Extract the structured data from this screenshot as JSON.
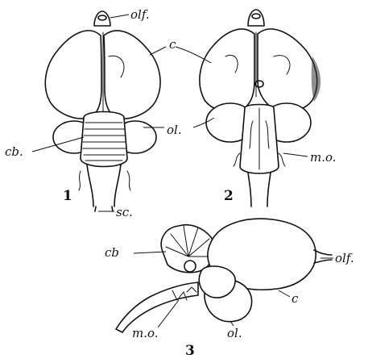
{
  "figures": [
    {
      "number": "1",
      "labels": {
        "olfactory": "olf.",
        "cerebrum": "c",
        "optic_lobe": "ol.",
        "cerebellum": "cb.",
        "spinal_cord": "sc."
      }
    },
    {
      "number": "2",
      "labels": {
        "medulla": "m.o."
      }
    },
    {
      "number": "3",
      "labels": {
        "cerebellum": "cb",
        "olfactory": "olf.",
        "cerebrum": "c",
        "medulla": "m.o.",
        "optic_lobe": "ol."
      }
    }
  ]
}
